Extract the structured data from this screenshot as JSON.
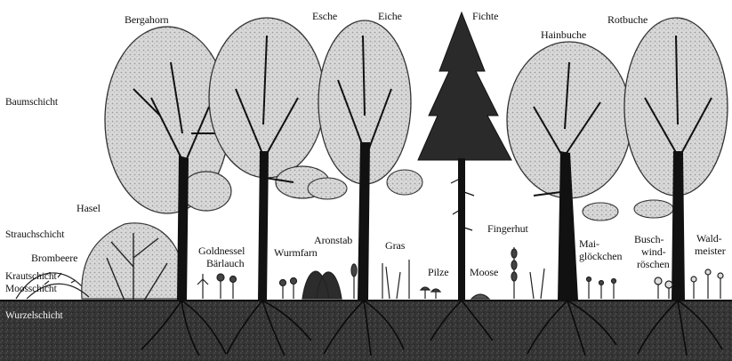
{
  "layers": {
    "baumschicht": "Baumschicht",
    "strauchschicht": "Strauchschicht",
    "krautschicht": "Krautschicht",
    "moosschicht": "Moosschicht",
    "wurzelschicht": "Wurzelschicht"
  },
  "trees": {
    "bergahorn": "Bergahorn",
    "esche": "Esche",
    "eiche": "Eiche",
    "fichte": "Fichte",
    "hainbuche": "Hainbuche",
    "rotbuche": "Rotbuche"
  },
  "shrubs": {
    "hasel": "Hasel",
    "brombeere": "Brombeere"
  },
  "ground_plants": {
    "goldnessel": "Goldnessel",
    "baerlauch": "Bärlauch",
    "wurmfarn": "Wurmfarn",
    "aronstab": "Aronstab",
    "gras": "Gras",
    "pilze": "Pilze",
    "moose": "Moose",
    "fingerhut": "Fingerhut",
    "maigloeckchen_1": "Mai-",
    "maigloeckchen_2": "glöckchen",
    "buschwindroeschen_1": "Busch-",
    "buschwindroeschen_2": "wind-",
    "buschwindroeschen_3": "röschen",
    "waldmeister_1": "Wald-",
    "waldmeister_2": "meister"
  }
}
